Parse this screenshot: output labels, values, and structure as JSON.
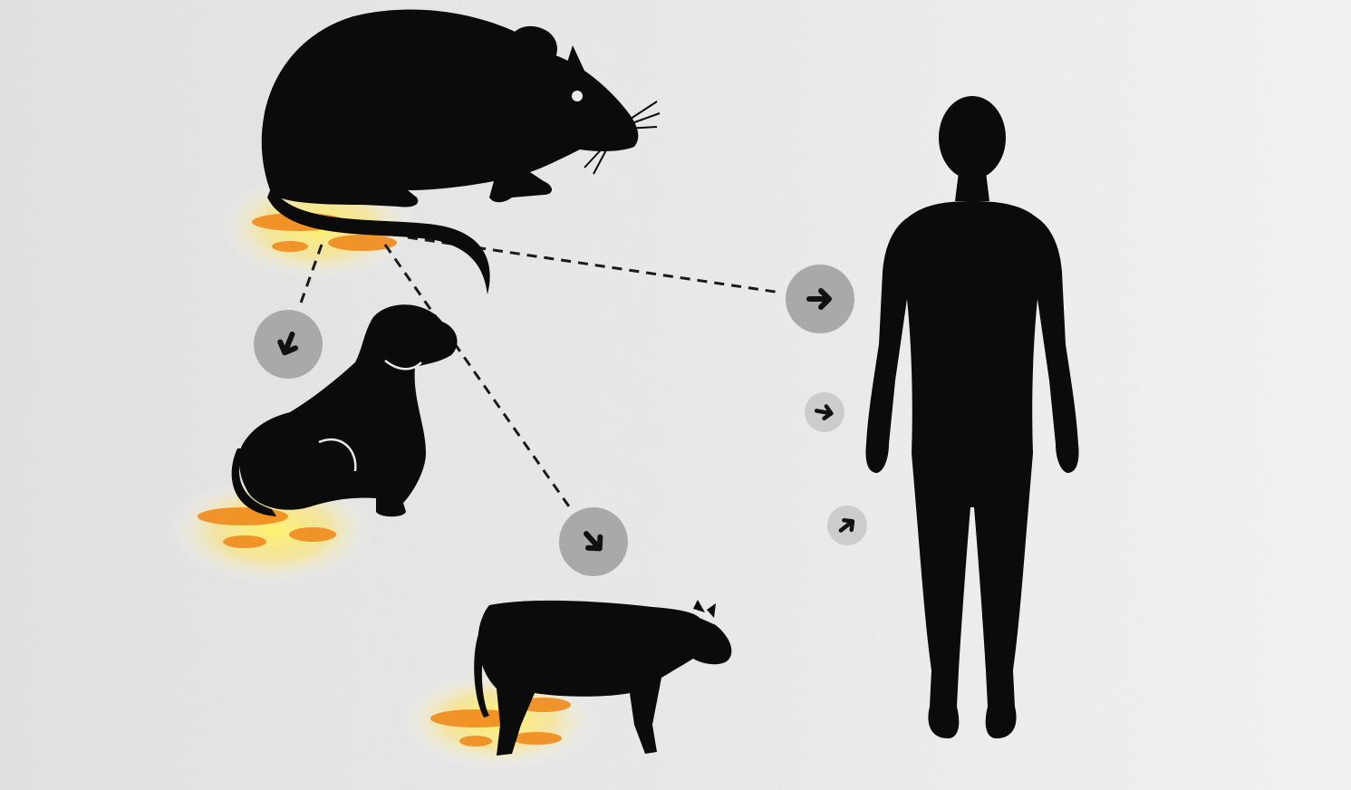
{
  "diagram": {
    "nodes": [
      {
        "id": "rat",
        "icon": "rat-icon"
      },
      {
        "id": "dog",
        "icon": "dog-icon"
      },
      {
        "id": "cow",
        "icon": "cow-icon"
      },
      {
        "id": "human",
        "icon": "human-icon"
      }
    ],
    "edges": [
      {
        "from": "rat",
        "to": "dog",
        "style": "dashed"
      },
      {
        "from": "rat",
        "to": "cow",
        "style": "dashed"
      },
      {
        "from": "rat",
        "to": "human",
        "style": "dashed"
      },
      {
        "from": "dog",
        "to": "human",
        "style": "arrow-only"
      },
      {
        "from": "cow",
        "to": "human",
        "style": "arrow-only"
      }
    ]
  },
  "colors": {
    "background": "#e9e9e9",
    "silhouette": "#0b0b0b",
    "arrow_badge": "#a9a9a9",
    "arrow_glyph": "#111111",
    "puddle": "#f08a1c",
    "puddle_glow": "#ffe25a"
  }
}
